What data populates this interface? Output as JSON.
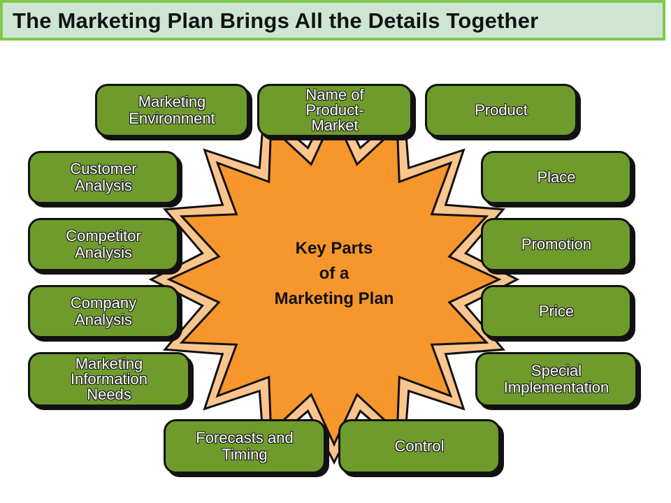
{
  "title": "The Marketing Plan Brings All the Details Together",
  "center_label": [
    "Key Parts",
    "of a",
    "Marketing Plan"
  ],
  "colors": {
    "title_bg": "#cde5d2",
    "title_border": "#7fc94a",
    "star_fill": "#f7962d",
    "star_outline_fill": "#fbc58e",
    "box_fill": "#6e9b2c"
  },
  "boxes": {
    "marketing_environment": "Marketing\nEnvironment",
    "name_of_product_market": "Name of\nProduct-\nMarket",
    "product": "Product",
    "customer_analysis": "Customer\nAnalysis",
    "place": "Place",
    "competitor_analysis": "Competitor\nAnalysis",
    "promotion": "Promotion",
    "company_analysis": "Company\nAnalysis",
    "price": "Price",
    "marketing_information_needs": "Marketing\nInformation\nNeeds",
    "special_implementation": "Special\nImplementation",
    "forecasts_and_timing": "Forecasts and\nTiming",
    "control": "Control"
  }
}
